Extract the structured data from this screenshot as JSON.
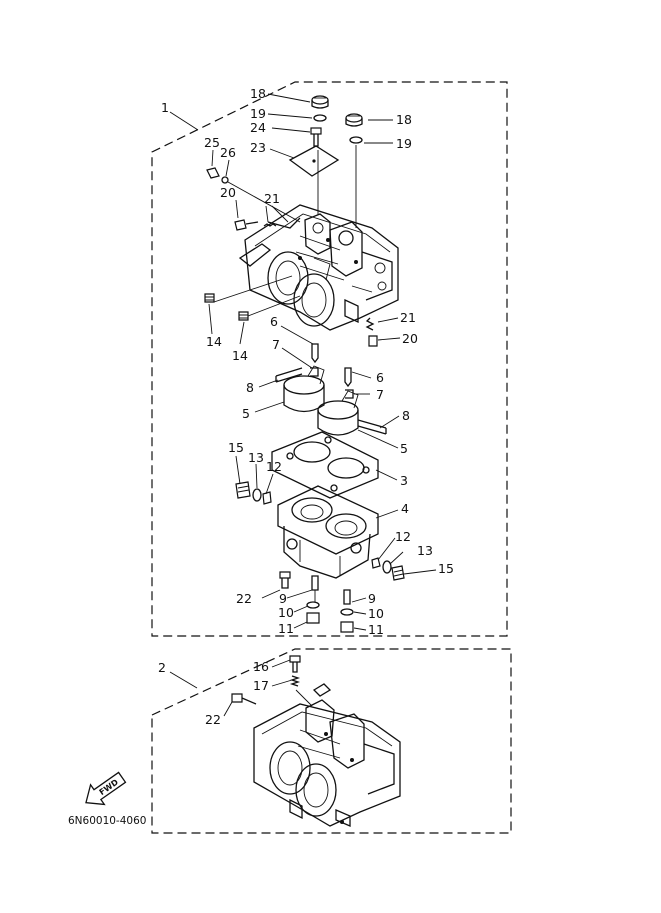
{
  "callouts_top": {
    "assy": "1",
    "p18a": "18",
    "p19a": "19",
    "p18b": "18",
    "p19b": "19",
    "p24": "24",
    "p23": "23",
    "p25": "25",
    "p26": "26",
    "p20a": "20",
    "p21a": "21",
    "p14a": "14",
    "p14b": "14",
    "p21b": "21",
    "p20b": "20",
    "p6a": "6",
    "p7a": "7",
    "p8a": "8",
    "p5a": "5",
    "p6b": "6",
    "p7b": "7",
    "p8b": "8",
    "p5b": "5",
    "p3": "3",
    "p15a": "15",
    "p13a": "13",
    "p12a": "12",
    "p4": "4",
    "p12b": "12",
    "p13b": "13",
    "p15b": "15",
    "p22a": "22",
    "p9a": "9",
    "p10a": "10",
    "p11a": "11",
    "p9b": "9",
    "p10b": "10",
    "p11b": "11"
  },
  "callouts_bottom": {
    "assy": "2",
    "p16": "16",
    "p17": "17",
    "p22": "22"
  },
  "fwd_arrow": {
    "label": "FWD",
    "icon": "forward-arrow-icon"
  },
  "diagram_code": "6N60010-4060"
}
